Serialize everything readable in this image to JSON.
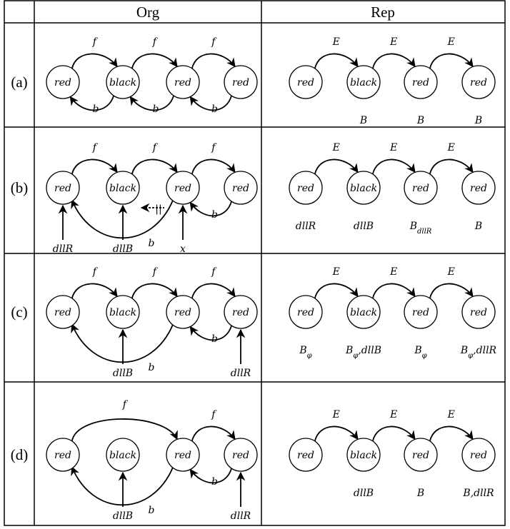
{
  "table": {
    "header": {
      "col_org": "Org",
      "col_rep": "Rep"
    },
    "rows": [
      {
        "label": "(a)",
        "org": {
          "nodes": [
            "red",
            "black",
            "red",
            "red"
          ],
          "forward": [
            {
              "from": 0,
              "to": 1,
              "label": "f"
            },
            {
              "from": 1,
              "to": 2,
              "label": "f"
            },
            {
              "from": 2,
              "to": 3,
              "label": "f"
            }
          ],
          "backward": [
            {
              "from": 1,
              "to": 0,
              "label": "b"
            },
            {
              "from": 2,
              "to": 1,
              "label": "b"
            },
            {
              "from": 3,
              "to": 2,
              "label": "b"
            }
          ],
          "long_back": null,
          "cut_marker": false,
          "pointers": []
        },
        "rep": {
          "nodes": [
            "red",
            "black",
            "red",
            "red"
          ],
          "edges": [
            {
              "from": 0,
              "to": 1,
              "label": "E"
            },
            {
              "from": 1,
              "to": 2,
              "label": "E"
            },
            {
              "from": 2,
              "to": 3,
              "label": "E"
            }
          ],
          "annotations": [
            {
              "node": 1,
              "text": "B"
            },
            {
              "node": 2,
              "text": "B"
            },
            {
              "node": 3,
              "text": "B"
            }
          ]
        }
      },
      {
        "label": "(b)",
        "org": {
          "nodes": [
            "red",
            "black",
            "red",
            "red"
          ],
          "forward": [
            {
              "from": 0,
              "to": 1,
              "label": "f"
            },
            {
              "from": 1,
              "to": 2,
              "label": "f"
            },
            {
              "from": 2,
              "to": 3,
              "label": "f"
            }
          ],
          "backward": [
            {
              "from": 3,
              "to": 2,
              "label": "b"
            }
          ],
          "long_back": {
            "from": 2,
            "to": 0,
            "label": "b"
          },
          "cut_marker": true,
          "cut_text": "||",
          "pointers": [
            {
              "node": 0,
              "text": "dllR"
            },
            {
              "node": 1,
              "text": "dllB"
            },
            {
              "node": 2,
              "text": "x"
            }
          ]
        },
        "rep": {
          "nodes": [
            "red",
            "black",
            "red",
            "red"
          ],
          "edges": [
            {
              "from": 0,
              "to": 1,
              "label": "E"
            },
            {
              "from": 1,
              "to": 2,
              "label": "E"
            },
            {
              "from": 2,
              "to": 3,
              "label": "E"
            }
          ],
          "annotations": [
            {
              "node": 0,
              "text": "dllR"
            },
            {
              "node": 1,
              "text": "dllB"
            },
            {
              "node": 2,
              "text": "B",
              "sub": "dllR"
            },
            {
              "node": 3,
              "text": "B"
            }
          ]
        }
      },
      {
        "label": "(c)",
        "org": {
          "nodes": [
            "red",
            "black",
            "red",
            "red"
          ],
          "forward": [
            {
              "from": 0,
              "to": 1,
              "label": "f"
            },
            {
              "from": 1,
              "to": 2,
              "label": "f"
            },
            {
              "from": 2,
              "to": 3,
              "label": "f"
            }
          ],
          "backward": [
            {
              "from": 3,
              "to": 2,
              "label": "b"
            }
          ],
          "long_back": {
            "from": 2,
            "to": 0,
            "label": "b"
          },
          "cut_marker": false,
          "pointers": [
            {
              "node": 1,
              "text": "dllB"
            },
            {
              "node": 3,
              "text": "dllR"
            }
          ]
        },
        "rep": {
          "nodes": [
            "red",
            "black",
            "red",
            "red"
          ],
          "edges": [
            {
              "from": 0,
              "to": 1,
              "label": "E"
            },
            {
              "from": 1,
              "to": 2,
              "label": "E"
            },
            {
              "from": 2,
              "to": 3,
              "label": "E"
            }
          ],
          "annotations": [
            {
              "node": 0,
              "text": "B",
              "sub": "φ"
            },
            {
              "node": 1,
              "text": "B",
              "sub": "φ",
              "tail": ",dllB"
            },
            {
              "node": 2,
              "text": "B",
              "sub": "φ"
            },
            {
              "node": 3,
              "text": "B",
              "sub": "φ",
              "tail": ",dllR"
            }
          ]
        }
      },
      {
        "label": "(d)",
        "org": {
          "nodes": [
            "red",
            "black",
            "red",
            "red"
          ],
          "forward": [
            {
              "from": 0,
              "to": 2,
              "label": "f",
              "wide": true
            },
            {
              "from": 2,
              "to": 3,
              "label": "f"
            }
          ],
          "backward": [
            {
              "from": 3,
              "to": 2,
              "label": "b"
            }
          ],
          "long_back": {
            "from": 2,
            "to": 0,
            "label": "b"
          },
          "cut_marker": false,
          "pointers": [
            {
              "node": 1,
              "text": "dllB"
            },
            {
              "node": 3,
              "text": "dllR"
            }
          ]
        },
        "rep": {
          "nodes": [
            "red",
            "black",
            "red",
            "red"
          ],
          "edges": [
            {
              "from": 0,
              "to": 1,
              "label": "E"
            },
            {
              "from": 1,
              "to": 2,
              "label": "E"
            },
            {
              "from": 2,
              "to": 3,
              "label": "E"
            }
          ],
          "annotations": [
            {
              "node": 1,
              "text": "dllB"
            },
            {
              "node": 2,
              "text": "B"
            },
            {
              "node": 3,
              "text": "B",
              "tail": ",dllR"
            }
          ]
        }
      }
    ]
  }
}
